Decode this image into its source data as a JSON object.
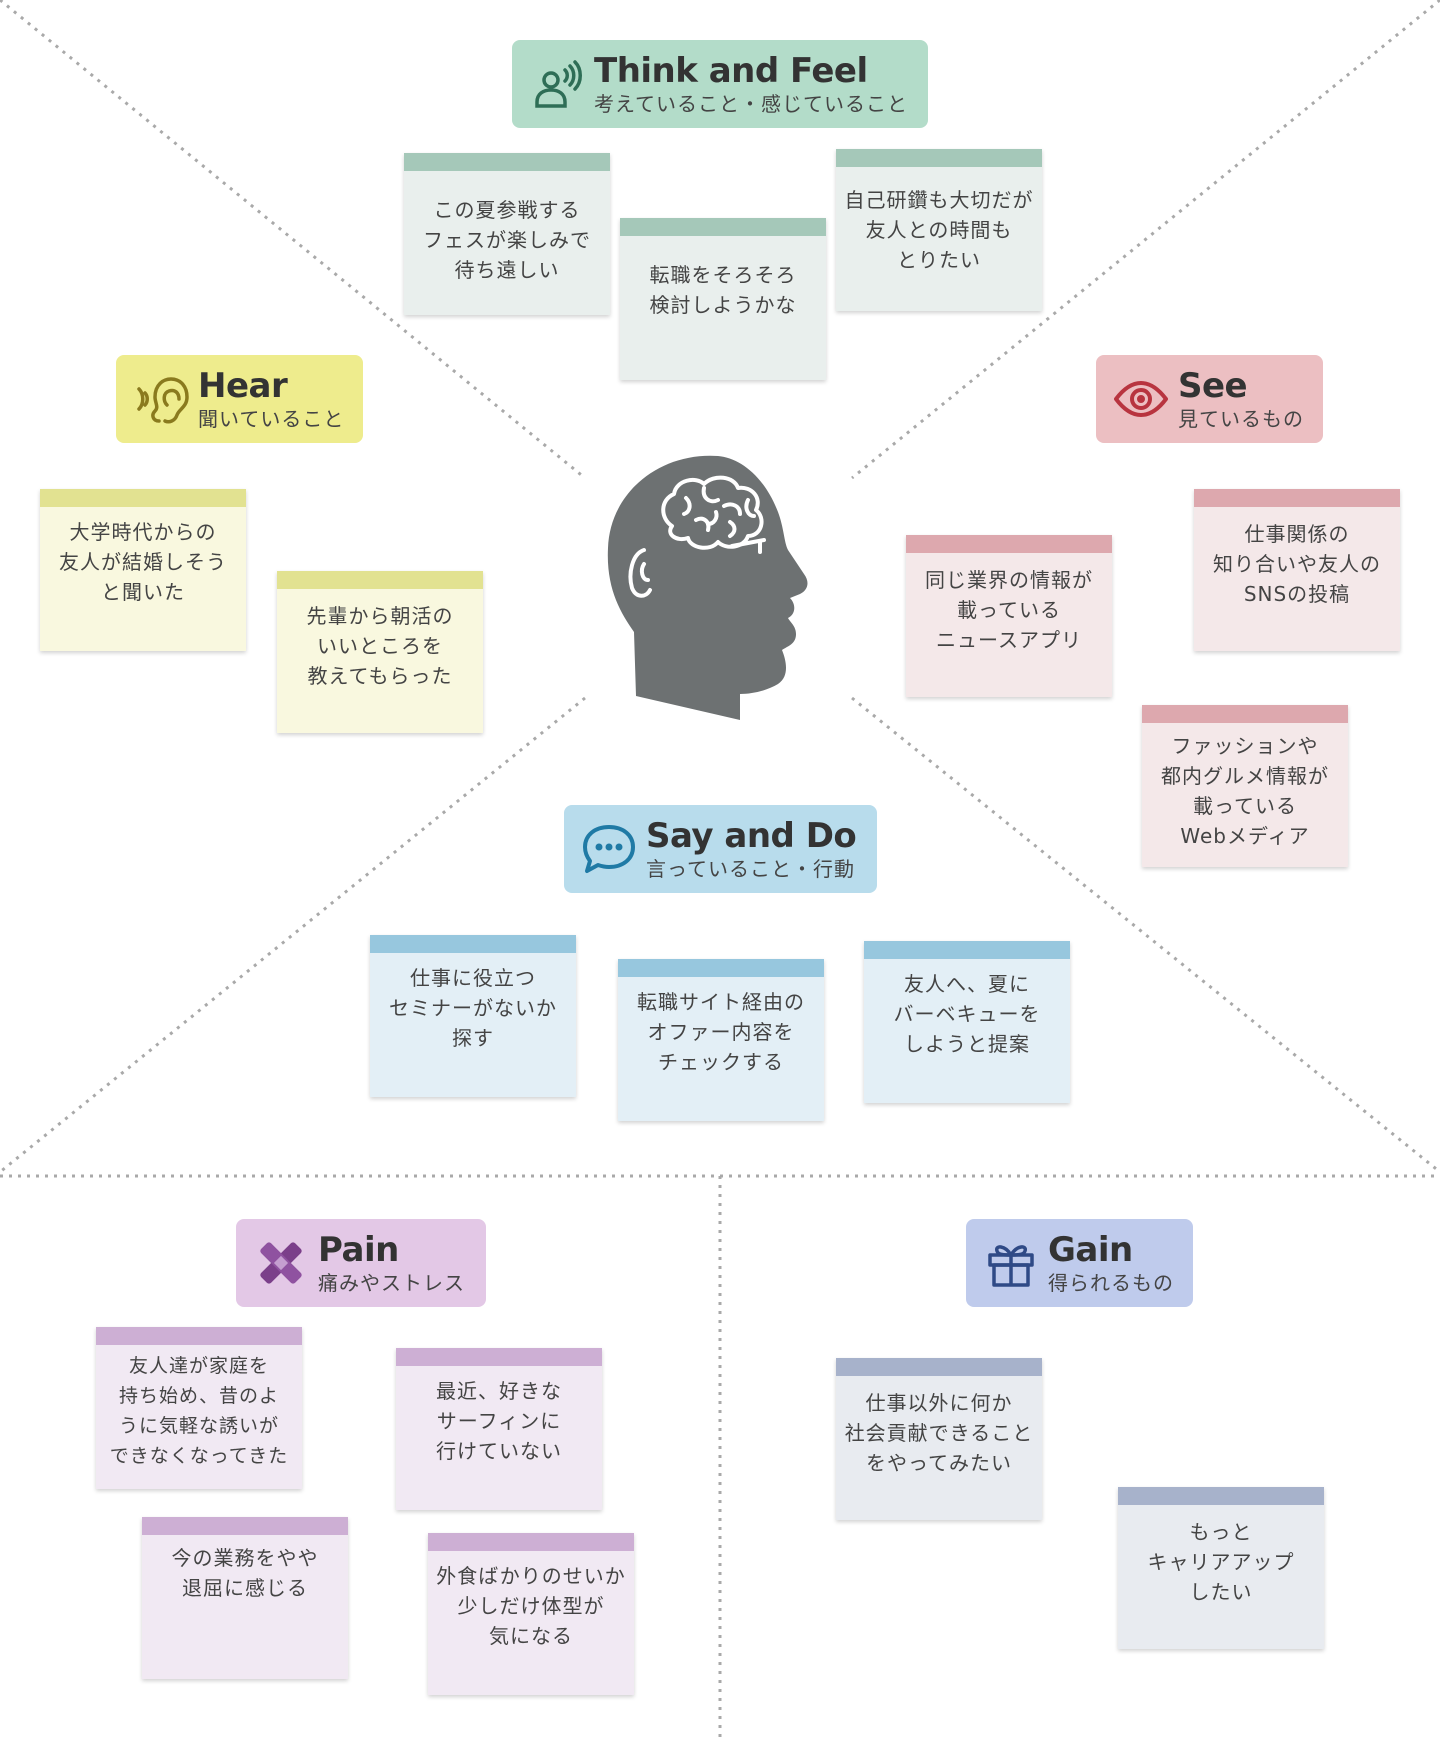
{
  "sections": {
    "think": {
      "title": "Think and Feel",
      "subtitle": "考えていること・感じていること",
      "icon": "person-signal-icon",
      "color": "#b3dcc9",
      "notes": [
        "この夏参戦する\nフェスが楽しみで\n待ち遠しい",
        "転職をそろそろ\n検討しようかな",
        "自己研鑽も大切だが\n友人との時間も\nとりたい"
      ]
    },
    "hear": {
      "title": "Hear",
      "subtitle": "聞いていること",
      "icon": "ear-icon",
      "color": "#eeec8d",
      "notes": [
        "大学時代からの\n友人が結婚しそう\nと聞いた",
        "先輩から朝活の\nいいところを\n教えてもらった"
      ]
    },
    "see": {
      "title": "See",
      "subtitle": "見ているもの",
      "icon": "eye-icon",
      "color": "#ecbfc2",
      "notes": [
        "同じ業界の情報が\n載っている\nニュースアプリ",
        "仕事関係の\n知り合いや友人の\nSNSの投稿",
        "ファッションや\n都内グルメ情報が\n載っている\nWebメディア"
      ]
    },
    "say": {
      "title": "Say and Do",
      "subtitle": "言っていること・行動",
      "icon": "speech-bubble-icon",
      "color": "#b8dcec",
      "notes": [
        "仕事に役立つ\nセミナーがないか\n探す",
        "転職サイト経由の\nオファー内容を\nチェックする",
        "友人へ、夏に\nバーベキューを\nしようと提案"
      ]
    },
    "pain": {
      "title": "Pain",
      "subtitle": "痛みやストレス",
      "icon": "bandage-cross-icon",
      "color": "#e3c8e6",
      "notes": [
        "友人達が家庭を\n持ち始め、昔のよ\nうに気軽な誘いが\nできなくなってきた",
        "最近、好きな\nサーフィンに\n行けていない",
        "今の業務をやや\n退屈に感じる",
        "外食ばかりのせいか\n少しだけ体型が\n気になる"
      ]
    },
    "gain": {
      "title": "Gain",
      "subtitle": "得られるもの",
      "icon": "gift-icon",
      "color": "#bfcbec",
      "notes": [
        "仕事以外に何か\n社会貢献できること\nをやってみたい",
        "もっと\nキャリアアップ\nしたい"
      ]
    }
  },
  "center_icon": "human-head-brain-icon"
}
